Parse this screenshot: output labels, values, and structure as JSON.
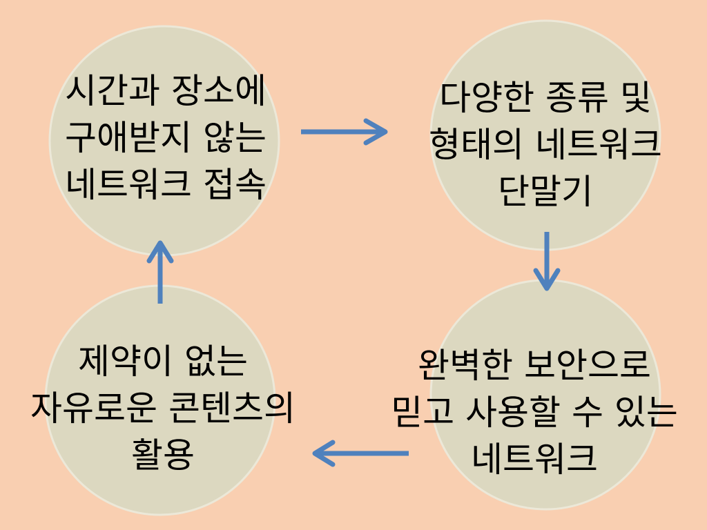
{
  "colors": {
    "background": "#f9cfb1",
    "circle_fill": "#dcd8c0",
    "circle_stroke": "#ece8d8",
    "arrow": "#4f81bd",
    "text": "#000000"
  },
  "nodes": {
    "top_left": {
      "line1": "시간과 장소에",
      "line2": "구애받지 않는",
      "line3": "네트워크 접속"
    },
    "top_right": {
      "line1": "다양한 종류 및",
      "line2": "형태의 네트워크",
      "line3": "단말기"
    },
    "bottom_right": {
      "line1": "완벽한 보안으로",
      "line2": "믿고 사용할 수 있는",
      "line3": "네트워크"
    },
    "bottom_left": {
      "line1": "제약이 없는",
      "line2": "자유로운 콘텐츠의",
      "line3": "활용"
    }
  },
  "arrows": [
    {
      "from": "top_left",
      "to": "top_right",
      "direction": "right"
    },
    {
      "from": "top_right",
      "to": "bottom_right",
      "direction": "down"
    },
    {
      "from": "bottom_right",
      "to": "bottom_left",
      "direction": "left"
    },
    {
      "from": "bottom_left",
      "to": "top_left",
      "direction": "up"
    }
  ]
}
